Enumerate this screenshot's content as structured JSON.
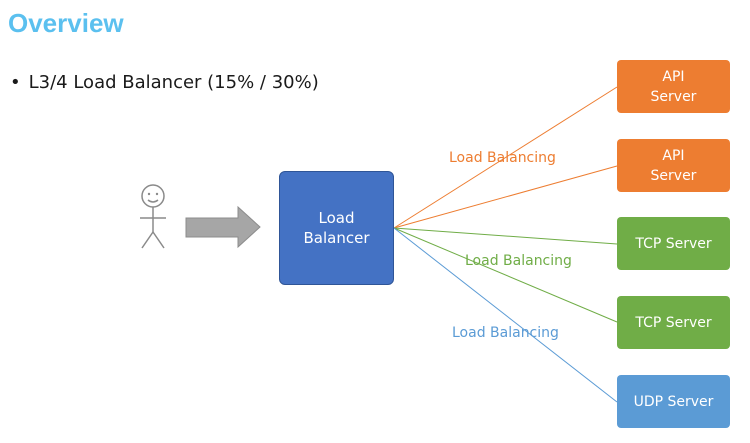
{
  "title": "Overview",
  "bullet": "L3/4 Load Balancer (15% / 30%)",
  "load_balancer_label": "Load\nBalancer",
  "servers": [
    {
      "label": "API\nServer",
      "color": "#ed7d31"
    },
    {
      "label": "API\nServer",
      "color": "#ed7d31"
    },
    {
      "label": "TCP Server",
      "color": "#70ad47"
    },
    {
      "label": "TCP Server",
      "color": "#70ad47"
    },
    {
      "label": "UDP Server",
      "color": "#5b9bd5"
    }
  ],
  "edge_labels": [
    {
      "text": "Load Balancing",
      "color": "#ed7d31"
    },
    {
      "text": "Load Balancing",
      "color": "#70ad47"
    },
    {
      "text": "Load Balancing",
      "color": "#5b9bd5"
    }
  ],
  "colors": {
    "title": "#5bc0ef",
    "load_balancer": "#4472c4",
    "arrow": "#a6a6a6"
  },
  "icons": [
    "stick-figure-user-icon",
    "right-arrow-icon"
  ]
}
